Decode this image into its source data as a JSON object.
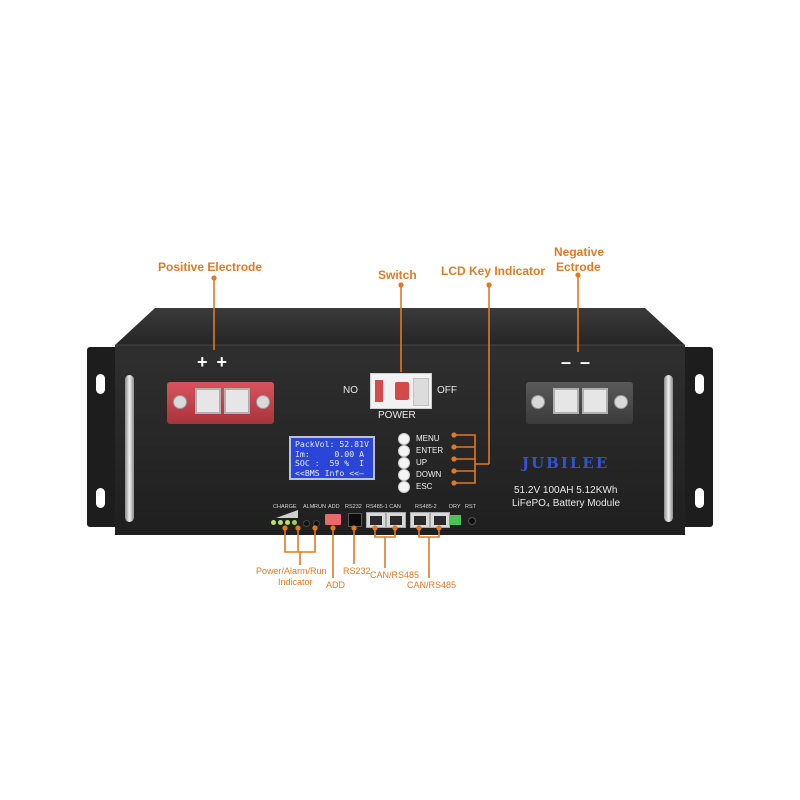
{
  "callouts": {
    "positive": "Positive Electrode",
    "switch": "Switch",
    "lcd_keys": "LCD Key Indicator",
    "negative_line1": "Negative",
    "negative_line2": "Ectrode",
    "indicator_line1": "Power/Alarm/Run",
    "indicator_line2": "Indicator",
    "add": "ADD",
    "rs232": "RS232",
    "can_rs485_1": "CAN/RS485",
    "can_rs485_2": "CAN/RS485"
  },
  "panel": {
    "plus_signs": "+ +",
    "minus_signs": "– –",
    "no": "NO",
    "off": "OFF",
    "power": "POWER",
    "brand": "JUBILEE",
    "spec_line1": "51.2V 100AH 5.12KWh",
    "spec_line2": "LiFePO₄ Battery Module"
  },
  "lcd": {
    "line1": "PackVol: 52.81V",
    "line2": "Im:     0.00 A",
    "line3": "SOC :  59 %  I",
    "line4": "<<BMS Info <<—"
  },
  "keys": [
    "MENU",
    "ENTER",
    "UP",
    "DOWN",
    "ESC"
  ],
  "ports": {
    "charge": "CHARGE",
    "alm": "ALM",
    "run": "RUN",
    "add": "ADD",
    "rs232": "RS232",
    "rs485_1": "RS485-1 CAN",
    "rs485_2": "RS485-2",
    "dry": "DRY",
    "rst": "RST"
  },
  "colors": {
    "accent": "#e07a22",
    "panel": "#262626",
    "lcd": "#2b45d8",
    "positive_terminal": "#c9454f",
    "negative_terminal": "#4a4a4a"
  }
}
